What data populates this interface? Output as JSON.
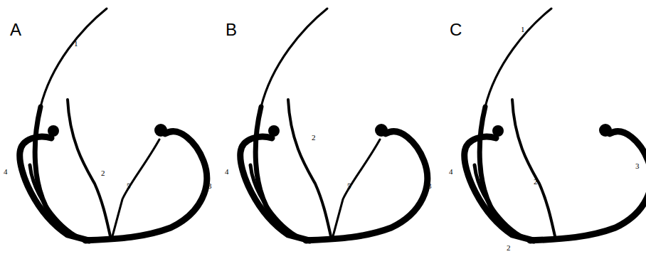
{
  "diagram": {
    "labels": [
      "A",
      "1",
      "4",
      "2",
      "5",
      "3",
      "B",
      "4",
      "2",
      "5",
      "3",
      "C",
      "1",
      "4",
      "2",
      "3",
      "2"
    ]
  }
}
